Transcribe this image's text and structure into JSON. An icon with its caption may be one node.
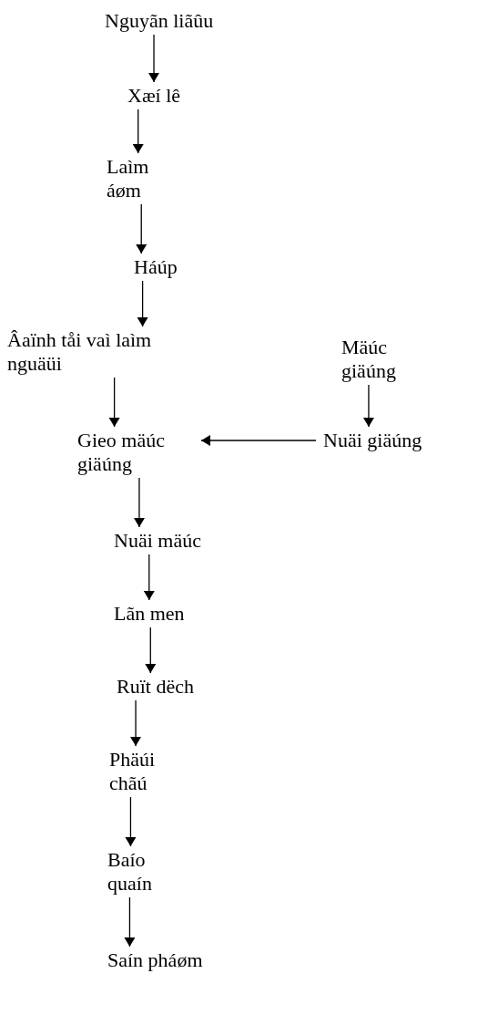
{
  "diagram": {
    "nodes": [
      {
        "text": [
          "Nguyãn liãûu"
        ]
      },
      {
        "text": [
          "Xæí lê"
        ]
      },
      {
        "text": [
          "Laìm áøm"
        ]
      },
      {
        "text": [
          "Háúp"
        ]
      },
      {
        "text": [
          "Âaïnh tåi vaì laìm nguäüi"
        ]
      },
      {
        "text": [
          "Mäúc giäúng"
        ]
      },
      {
        "text": [
          "Gieo mäúc giäúng"
        ]
      },
      {
        "text": [
          "Nuäi giäúng"
        ]
      },
      {
        "text": [
          "Nuäi mäúc"
        ]
      },
      {
        "text": [
          "Lãn men"
        ]
      },
      {
        "text": [
          "Ruït dëch"
        ]
      },
      {
        "text": [
          "Phäúi chãú"
        ]
      },
      {
        "text": [
          "Baío quaín"
        ]
      },
      {
        "text": [
          "Saín pháøm"
        ]
      }
    ],
    "edges": [
      {
        "from": 0,
        "to": 1,
        "arrow": "to"
      },
      {
        "from": 1,
        "to": 2,
        "arrow": "to"
      },
      {
        "from": 2,
        "to": 3,
        "arrow": "to"
      },
      {
        "from": 3,
        "to": 4,
        "arrow": "to"
      },
      {
        "from": 4,
        "to": 6,
        "arrow": "to"
      },
      {
        "from": 5,
        "to": 7,
        "arrow": "to"
      },
      {
        "from": 7,
        "to": 6,
        "arrow": "to"
      },
      {
        "from": 6,
        "to": 8,
        "arrow": "to"
      },
      {
        "from": 8,
        "to": 9,
        "arrow": "to"
      },
      {
        "from": 9,
        "to": 10,
        "arrow": "to"
      },
      {
        "from": 10,
        "to": 11,
        "arrow": "to"
      },
      {
        "from": 11,
        "to": 12,
        "arrow": "to"
      },
      {
        "from": 12,
        "to": 13,
        "arrow": "to"
      }
    ]
  }
}
